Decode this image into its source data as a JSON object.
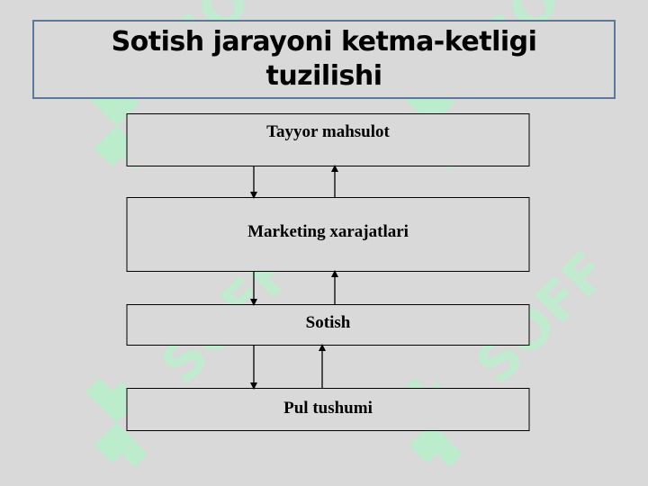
{
  "title": {
    "line1": "Sotish jarayoni ketma-ketligi",
    "line2": "tuzilishi"
  },
  "flow": {
    "steps": [
      {
        "label": "Tayyor mahsulot"
      },
      {
        "label": "Marketing xarajatlari"
      },
      {
        "label": "Sotish"
      },
      {
        "label": "Pul tushumi"
      }
    ]
  },
  "watermark": {
    "text": "SOFF",
    "color": "#b8f0cc"
  },
  "colors": {
    "background": "#d9d9d9",
    "title_border": "#5b7a9a"
  }
}
